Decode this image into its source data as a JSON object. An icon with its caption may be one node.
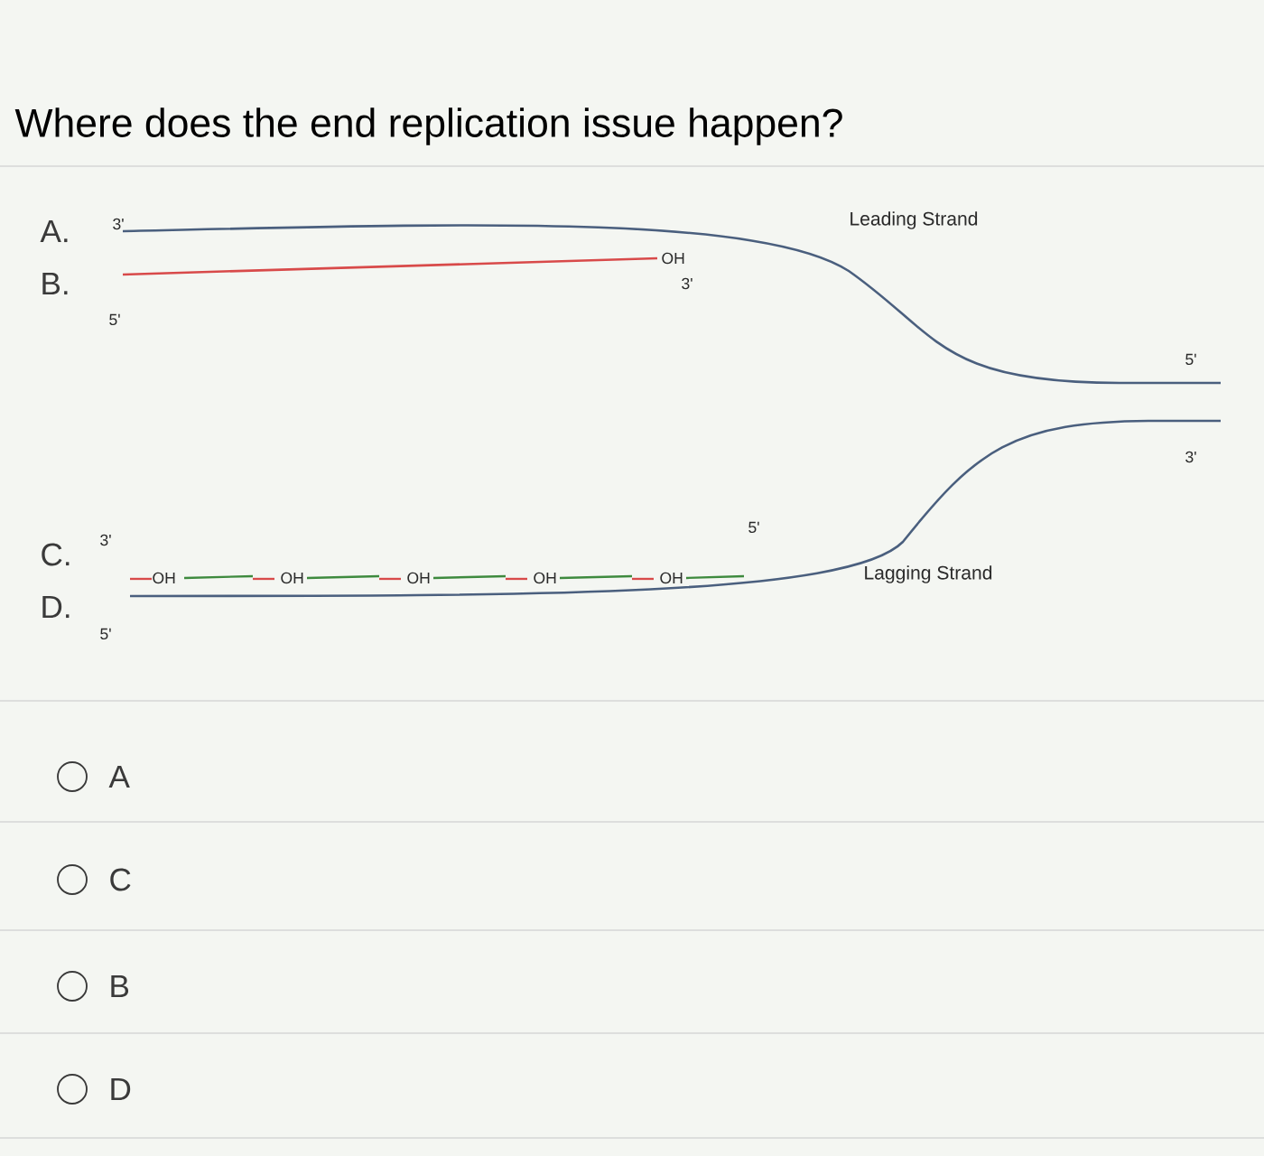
{
  "diagram": {
    "title": "Where does the end replication issue happen?",
    "labels": [
      "A.",
      "3'",
      "B.",
      "5'",
      "OH",
      "3'",
      "Leading Strand",
      "5'",
      "3'",
      "C.",
      "3'",
      "5'",
      "D.",
      "5'",
      "OH",
      "OH",
      "OH",
      "OH",
      "OH",
      "Lagging Strand",
      "A",
      "C",
      "B",
      "D"
    ]
  }
}
